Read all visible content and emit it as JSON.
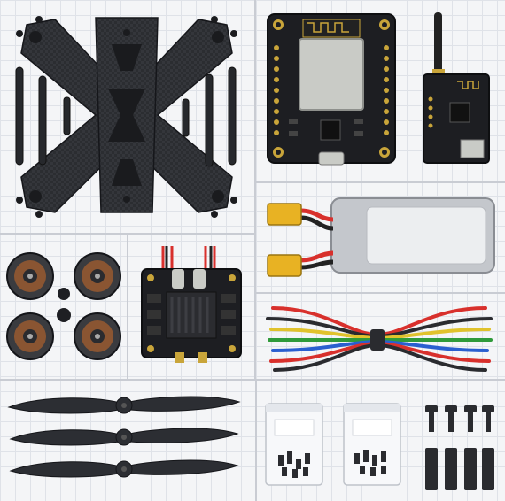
{
  "colors": {
    "carbon": "#2b2d31",
    "carbon_hole": "#1a1b1e",
    "pcb": "#1d1e22",
    "gold": "#c9a53a",
    "module_silver": "#c9cbc6",
    "battery_silver": "#c4c7cc",
    "xt60_yellow": "#e8b223",
    "wire_red": "#d8302c",
    "motor_copper": "#8a5532",
    "prop_black": "#2c2e33"
  },
  "parts": [
    {
      "name": "carbon-frame"
    },
    {
      "name": "flight-controller"
    },
    {
      "name": "video-transmitter"
    },
    {
      "name": "lipo-battery"
    },
    {
      "name": "motors"
    },
    {
      "name": "esc-4in1"
    },
    {
      "name": "wire-bundle"
    },
    {
      "name": "propellers"
    },
    {
      "name": "screw-bags"
    },
    {
      "name": "standoffs"
    }
  ]
}
